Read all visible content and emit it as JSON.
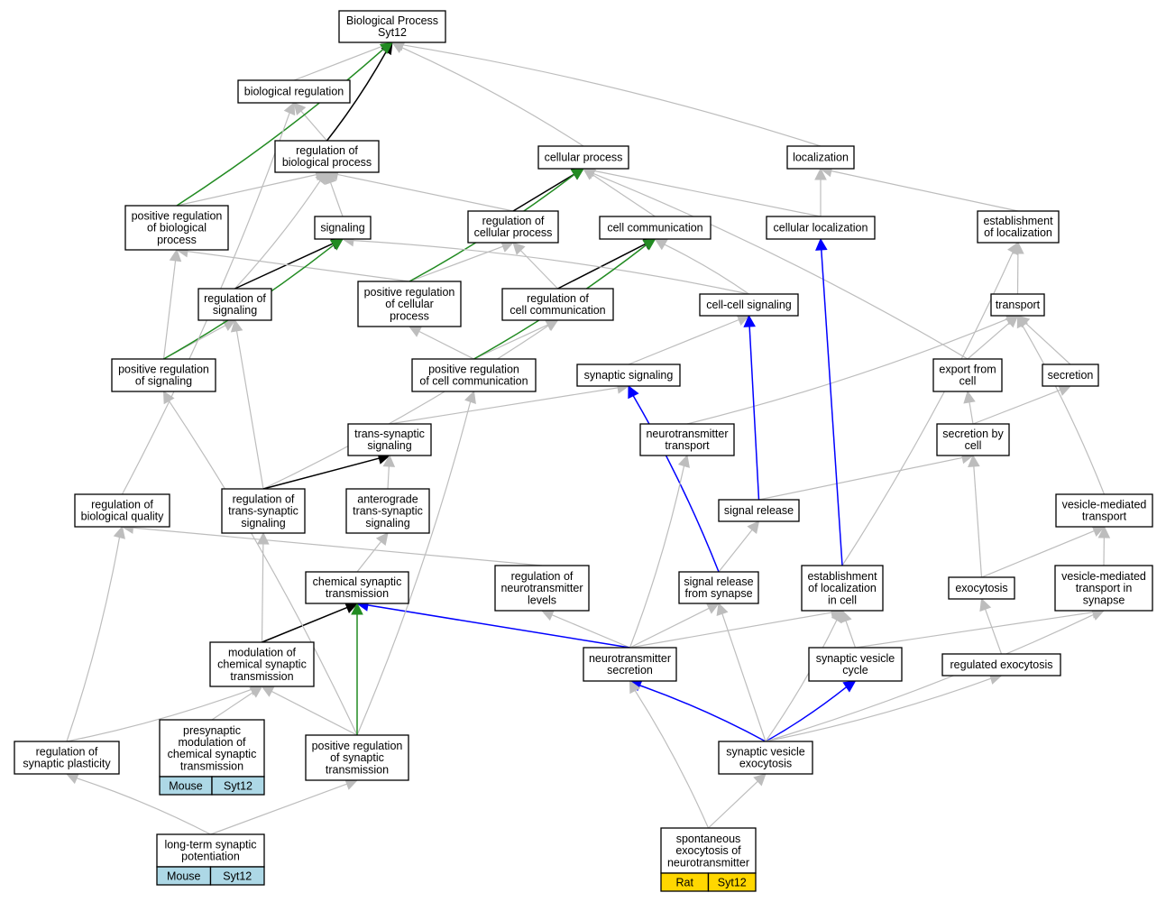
{
  "colors": {
    "is_a_edge": "#bdbdbd",
    "part_of_edge": "#000000",
    "positively_regulates_edge": "#228b22",
    "annotated_edge": "#0000ff",
    "mouse_annotation": "#add8e6",
    "rat_annotation": "#ffd700"
  },
  "nodes": {
    "bp": {
      "lines": [
        "Biological Process",
        "Syt12"
      ]
    },
    "biological_regulation": {
      "lines": [
        "biological regulation"
      ]
    },
    "regulation_bp": {
      "lines": [
        "regulation of",
        "biological process"
      ]
    },
    "cellular_process": {
      "lines": [
        "cellular process"
      ]
    },
    "localization": {
      "lines": [
        "localization"
      ]
    },
    "pos_reg_bp": {
      "lines": [
        "positive regulation",
        "of biological",
        "process"
      ]
    },
    "signaling": {
      "lines": [
        "signaling"
      ]
    },
    "reg_cellular_process": {
      "lines": [
        "regulation of",
        "cellular process"
      ]
    },
    "cell_communication": {
      "lines": [
        "cell communication"
      ]
    },
    "cellular_localization": {
      "lines": [
        "cellular localization"
      ]
    },
    "establishment_localization": {
      "lines": [
        "establishment",
        "of localization"
      ]
    },
    "reg_signaling": {
      "lines": [
        "regulation of",
        "signaling"
      ]
    },
    "pos_reg_cellular_process": {
      "lines": [
        "positive regulation",
        "of cellular",
        "process"
      ]
    },
    "reg_cell_communication": {
      "lines": [
        "regulation of",
        "cell communication"
      ]
    },
    "cell_cell_signaling": {
      "lines": [
        "cell-cell signaling"
      ]
    },
    "transport": {
      "lines": [
        "transport"
      ]
    },
    "pos_reg_signaling": {
      "lines": [
        "positive regulation",
        "of signaling"
      ]
    },
    "pos_reg_cell_communication": {
      "lines": [
        "positive regulation",
        "of cell communication"
      ]
    },
    "synaptic_signaling": {
      "lines": [
        "synaptic signaling"
      ]
    },
    "export_from_cell": {
      "lines": [
        "export from",
        "cell"
      ]
    },
    "secretion": {
      "lines": [
        "secretion"
      ]
    },
    "trans_synaptic_signaling": {
      "lines": [
        "trans-synaptic",
        "signaling"
      ]
    },
    "neurotransmitter_transport": {
      "lines": [
        "neurotransmitter",
        "transport"
      ]
    },
    "secretion_by_cell": {
      "lines": [
        "secretion by",
        "cell"
      ]
    },
    "reg_biological_quality": {
      "lines": [
        "regulation of",
        "biological quality"
      ]
    },
    "reg_trans_synaptic_signaling": {
      "lines": [
        "regulation of",
        "trans-synaptic",
        "signaling"
      ]
    },
    "anterograde_trans_synaptic": {
      "lines": [
        "anterograde",
        "trans-synaptic",
        "signaling"
      ]
    },
    "signal_release": {
      "lines": [
        "signal release"
      ]
    },
    "vesicle_mediated_transport": {
      "lines": [
        "vesicle-mediated",
        "transport"
      ]
    },
    "chemical_synaptic_transmission": {
      "lines": [
        "chemical synaptic",
        "transmission"
      ]
    },
    "reg_neurotransmitter_levels": {
      "lines": [
        "regulation of",
        "neurotransmitter",
        "levels"
      ]
    },
    "signal_release_from_synapse": {
      "lines": [
        "signal release",
        "from synapse"
      ]
    },
    "establishment_localization_in_cell": {
      "lines": [
        "establishment",
        "of localization",
        "in cell"
      ]
    },
    "exocytosis": {
      "lines": [
        "exocytosis"
      ]
    },
    "vesicle_mediated_transport_synapse": {
      "lines": [
        "vesicle-mediated",
        "transport in",
        "synapse"
      ]
    },
    "modulation_chemical_synaptic": {
      "lines": [
        "modulation of",
        "chemical synaptic",
        "transmission"
      ]
    },
    "neurotransmitter_secretion": {
      "lines": [
        "neurotransmitter",
        "secretion"
      ]
    },
    "synaptic_vesicle_cycle": {
      "lines": [
        "synaptic vesicle",
        "cycle"
      ]
    },
    "regulated_exocytosis": {
      "lines": [
        "regulated exocytosis"
      ]
    },
    "presynaptic_modulation": {
      "lines": [
        "presynaptic",
        "modulation of",
        "chemical synaptic",
        "transmission"
      ],
      "annotation": [
        "Mouse",
        "Syt12"
      ],
      "annotation_color": "mouse"
    },
    "reg_synaptic_plasticity": {
      "lines": [
        "regulation of",
        "synaptic plasticity"
      ]
    },
    "pos_reg_synaptic_transmission": {
      "lines": [
        "positive regulation",
        "of synaptic",
        "transmission"
      ]
    },
    "synaptic_vesicle_exocytosis": {
      "lines": [
        "synaptic vesicle",
        "exocytosis"
      ]
    },
    "ltp": {
      "lines": [
        "long-term synaptic",
        "potentiation"
      ],
      "annotation": [
        "Mouse",
        "Syt12"
      ],
      "annotation_color": "mouse"
    },
    "spontaneous_exocytosis": {
      "lines": [
        "spontaneous",
        "exocytosis of",
        "neurotransmitter"
      ],
      "annotation": [
        "Rat",
        "Syt12"
      ],
      "annotation_color": "rat"
    }
  },
  "edges": [
    {
      "from": "biological_regulation",
      "to": "bp",
      "type": "is_a"
    },
    {
      "from": "regulation_bp",
      "to": "biological_regulation",
      "type": "is_a"
    },
    {
      "from": "regulation_bp",
      "to": "bp",
      "type": "part_of"
    },
    {
      "from": "cellular_process",
      "to": "bp",
      "type": "is_a"
    },
    {
      "from": "localization",
      "to": "bp",
      "type": "is_a"
    },
    {
      "from": "pos_reg_bp",
      "to": "regulation_bp",
      "type": "is_a"
    },
    {
      "from": "pos_reg_bp",
      "to": "bp",
      "type": "positively_regulates"
    },
    {
      "from": "signaling",
      "to": "regulation_bp",
      "type": "is_a"
    },
    {
      "from": "reg_cellular_process",
      "to": "regulation_bp",
      "type": "is_a"
    },
    {
      "from": "reg_cellular_process",
      "to": "cellular_process",
      "type": "part_of"
    },
    {
      "from": "cell_communication",
      "to": "cellular_process",
      "type": "is_a"
    },
    {
      "from": "cellular_localization",
      "to": "cellular_process",
      "type": "is_a"
    },
    {
      "from": "cellular_localization",
      "to": "localization",
      "type": "is_a"
    },
    {
      "from": "establishment_localization",
      "to": "localization",
      "type": "is_a"
    },
    {
      "from": "reg_signaling",
      "to": "regulation_bp",
      "type": "is_a"
    },
    {
      "from": "reg_signaling",
      "to": "signaling",
      "type": "part_of"
    },
    {
      "from": "pos_reg_cellular_process",
      "to": "pos_reg_bp",
      "type": "is_a"
    },
    {
      "from": "pos_reg_cellular_process",
      "to": "reg_cellular_process",
      "type": "is_a"
    },
    {
      "from": "pos_reg_cellular_process",
      "to": "cellular_process",
      "type": "positively_regulates"
    },
    {
      "from": "reg_cell_communication",
      "to": "reg_cellular_process",
      "type": "is_a"
    },
    {
      "from": "reg_cell_communication",
      "to": "cell_communication",
      "type": "part_of"
    },
    {
      "from": "cell_cell_signaling",
      "to": "signaling",
      "type": "is_a"
    },
    {
      "from": "cell_cell_signaling",
      "to": "cell_communication",
      "type": "is_a"
    },
    {
      "from": "transport",
      "to": "establishment_localization",
      "type": "is_a"
    },
    {
      "from": "pos_reg_signaling",
      "to": "pos_reg_bp",
      "type": "is_a"
    },
    {
      "from": "pos_reg_signaling",
      "to": "reg_signaling",
      "type": "is_a"
    },
    {
      "from": "pos_reg_signaling",
      "to": "signaling",
      "type": "positively_regulates"
    },
    {
      "from": "pos_reg_cell_communication",
      "to": "pos_reg_cellular_process",
      "type": "is_a"
    },
    {
      "from": "pos_reg_cell_communication",
      "to": "reg_cell_communication",
      "type": "is_a"
    },
    {
      "from": "pos_reg_cell_communication",
      "to": "cell_communication",
      "type": "positively_regulates"
    },
    {
      "from": "synaptic_signaling",
      "to": "cell_cell_signaling",
      "type": "is_a"
    },
    {
      "from": "export_from_cell",
      "to": "transport",
      "type": "is_a"
    },
    {
      "from": "export_from_cell",
      "to": "cellular_process",
      "type": "is_a"
    },
    {
      "from": "secretion",
      "to": "transport",
      "type": "is_a"
    },
    {
      "from": "trans_synaptic_signaling",
      "to": "synaptic_signaling",
      "type": "is_a"
    },
    {
      "from": "neurotransmitter_transport",
      "to": "transport",
      "type": "is_a"
    },
    {
      "from": "secretion_by_cell",
      "to": "export_from_cell",
      "type": "is_a"
    },
    {
      "from": "secretion_by_cell",
      "to": "secretion",
      "type": "is_a"
    },
    {
      "from": "reg_biological_quality",
      "to": "biological_regulation",
      "type": "is_a"
    },
    {
      "from": "reg_trans_synaptic_signaling",
      "to": "reg_signaling",
      "type": "is_a"
    },
    {
      "from": "reg_trans_synaptic_signaling",
      "to": "reg_cell_communication",
      "type": "is_a"
    },
    {
      "from": "reg_trans_synaptic_signaling",
      "to": "trans_synaptic_signaling",
      "type": "part_of"
    },
    {
      "from": "anterograde_trans_synaptic",
      "to": "trans_synaptic_signaling",
      "type": "is_a"
    },
    {
      "from": "signal_release",
      "to": "secretion_by_cell",
      "type": "is_a"
    },
    {
      "from": "signal_release",
      "to": "cell_cell_signaling",
      "type": "annotated"
    },
    {
      "from": "vesicle_mediated_transport",
      "to": "transport",
      "type": "is_a"
    },
    {
      "from": "chemical_synaptic_transmission",
      "to": "anterograde_trans_synaptic",
      "type": "is_a"
    },
    {
      "from": "reg_neurotransmitter_levels",
      "to": "reg_biological_quality",
      "type": "is_a"
    },
    {
      "from": "signal_release_from_synapse",
      "to": "signal_release",
      "type": "is_a"
    },
    {
      "from": "signal_release_from_synapse",
      "to": "synaptic_signaling",
      "type": "annotated"
    },
    {
      "from": "establishment_localization_in_cell",
      "to": "establishment_localization",
      "type": "is_a"
    },
    {
      "from": "establishment_localization_in_cell",
      "to": "cellular_localization",
      "type": "annotated"
    },
    {
      "from": "exocytosis",
      "to": "secretion_by_cell",
      "type": "is_a"
    },
    {
      "from": "exocytosis",
      "to": "vesicle_mediated_transport",
      "type": "is_a"
    },
    {
      "from": "vesicle_mediated_transport_synapse",
      "to": "vesicle_mediated_transport",
      "type": "is_a"
    },
    {
      "from": "modulation_chemical_synaptic",
      "to": "reg_trans_synaptic_signaling",
      "type": "is_a"
    },
    {
      "from": "modulation_chemical_synaptic",
      "to": "chemical_synaptic_transmission",
      "type": "part_of"
    },
    {
      "from": "neurotransmitter_secretion",
      "to": "neurotransmitter_transport",
      "type": "is_a"
    },
    {
      "from": "neurotransmitter_secretion",
      "to": "reg_neurotransmitter_levels",
      "type": "is_a"
    },
    {
      "from": "neurotransmitter_secretion",
      "to": "signal_release_from_synapse",
      "type": "is_a"
    },
    {
      "from": "neurotransmitter_secretion",
      "to": "establishment_localization_in_cell",
      "type": "is_a"
    },
    {
      "from": "neurotransmitter_secretion",
      "to": "chemical_synaptic_transmission",
      "type": "annotated"
    },
    {
      "from": "synaptic_vesicle_cycle",
      "to": "establishment_localization_in_cell",
      "type": "is_a"
    },
    {
      "from": "synaptic_vesicle_cycle",
      "to": "vesicle_mediated_transport_synapse",
      "type": "is_a"
    },
    {
      "from": "regulated_exocytosis",
      "to": "exocytosis",
      "type": "is_a"
    },
    {
      "from": "presynaptic_modulation",
      "to": "modulation_chemical_synaptic",
      "type": "is_a"
    },
    {
      "from": "reg_synaptic_plasticity",
      "to": "reg_biological_quality",
      "type": "is_a"
    },
    {
      "from": "reg_synaptic_plasticity",
      "to": "modulation_chemical_synaptic",
      "type": "is_a"
    },
    {
      "from": "pos_reg_synaptic_transmission",
      "to": "modulation_chemical_synaptic",
      "type": "is_a"
    },
    {
      "from": "pos_reg_synaptic_transmission",
      "to": "pos_reg_signaling",
      "type": "is_a"
    },
    {
      "from": "pos_reg_synaptic_transmission",
      "to": "pos_reg_cell_communication",
      "type": "is_a"
    },
    {
      "from": "pos_reg_synaptic_transmission",
      "to": "chemical_synaptic_transmission",
      "type": "positively_regulates"
    },
    {
      "from": "synaptic_vesicle_exocytosis",
      "to": "neurotransmitter_secretion",
      "type": "annotated"
    },
    {
      "from": "synaptic_vesicle_exocytosis",
      "to": "synaptic_vesicle_cycle",
      "type": "annotated"
    },
    {
      "from": "synaptic_vesicle_exocytosis",
      "to": "regulated_exocytosis",
      "type": "is_a"
    },
    {
      "from": "synaptic_vesicle_exocytosis",
      "to": "signal_release_from_synapse",
      "type": "is_a"
    },
    {
      "from": "synaptic_vesicle_exocytosis",
      "to": "vesicle_mediated_transport_synapse",
      "type": "is_a"
    },
    {
      "from": "synaptic_vesicle_exocytosis",
      "to": "establishment_localization_in_cell",
      "type": "is_a"
    },
    {
      "from": "ltp",
      "to": "reg_synaptic_plasticity",
      "type": "is_a"
    },
    {
      "from": "ltp",
      "to": "pos_reg_synaptic_transmission",
      "type": "is_a"
    },
    {
      "from": "spontaneous_exocytosis",
      "to": "synaptic_vesicle_exocytosis",
      "type": "is_a"
    },
    {
      "from": "spontaneous_exocytosis",
      "to": "neurotransmitter_secretion",
      "type": "is_a"
    }
  ]
}
